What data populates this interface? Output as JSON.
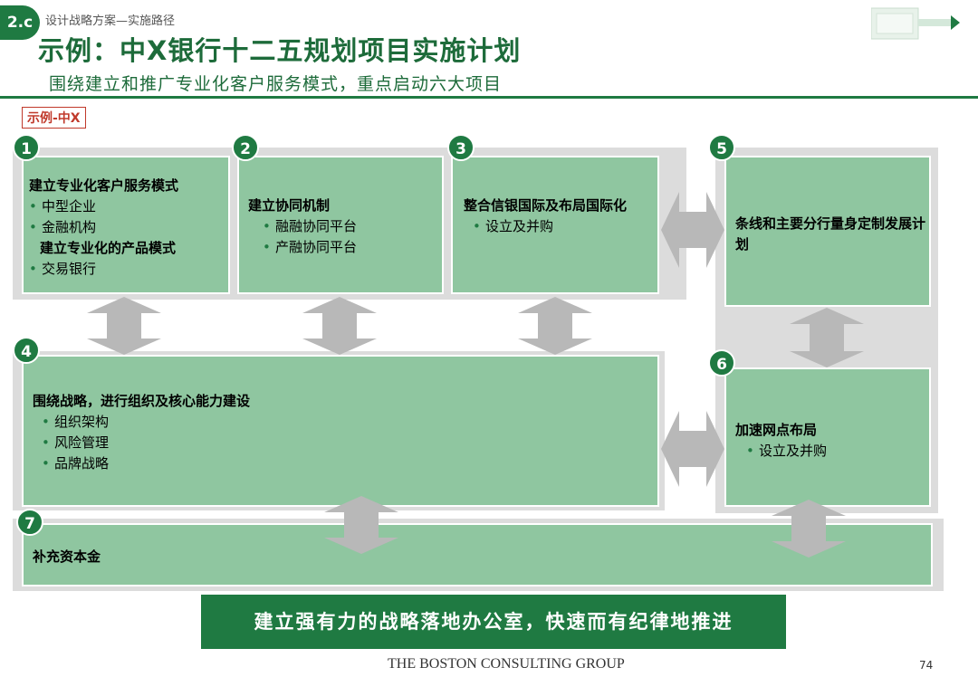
{
  "header": {
    "section_badge": "2.c",
    "breadcrumb": "设计战略方案—实施路径",
    "title": "示例：中X银行十二五规划项目实施计划",
    "subtitle": "围绕建立和推广专业化客户服务模式，重点启动六大项目",
    "example_tag": "示例-中X"
  },
  "boxes": [
    {
      "num": "1",
      "lines": [
        {
          "type": "h",
          "text": "建立专业化客户服务模式"
        },
        {
          "type": "b",
          "text": "中型企业"
        },
        {
          "type": "b",
          "text": "金融机构"
        },
        {
          "type": "h",
          "text": "建立专业化的产品模式"
        },
        {
          "type": "b",
          "text": "交易银行"
        }
      ]
    },
    {
      "num": "2",
      "lines": [
        {
          "type": "h",
          "text": "建立协同机制"
        },
        {
          "type": "b",
          "text": "融融协同平台"
        },
        {
          "type": "b",
          "text": "产融协同平台"
        }
      ]
    },
    {
      "num": "3",
      "lines": [
        {
          "type": "h",
          "text": "整合信银国际及布局国际化"
        },
        {
          "type": "b",
          "text": "设立及并购"
        }
      ]
    },
    {
      "num": "4",
      "lines": [
        {
          "type": "h",
          "text": "围绕战略，进行组织及核心能力建设"
        },
        {
          "type": "b",
          "text": "组织架构"
        },
        {
          "type": "b",
          "text": "风险管理"
        },
        {
          "type": "b",
          "text": "品牌战略"
        }
      ]
    },
    {
      "num": "5",
      "lines": [
        {
          "type": "h",
          "text": "条线和主要分行量身定制发展计划"
        }
      ]
    },
    {
      "num": "6",
      "lines": [
        {
          "type": "h",
          "text": "加速网点布局"
        },
        {
          "type": "b",
          "text": "设立及并购"
        }
      ]
    },
    {
      "num": "7",
      "lines": [
        {
          "type": "h",
          "text": "补充资本金"
        }
      ]
    }
  ],
  "banner": "建立强有力的战略落地办公室，快速而有纪律地推进",
  "footer": "THE BOSTON CONSULTING GROUP",
  "page_number": "74",
  "colors": {
    "primary": "#1f7a42",
    "box_fill": "#8fc6a0",
    "arrow": "#b8b8b8",
    "tag_red": "#c0392b"
  }
}
